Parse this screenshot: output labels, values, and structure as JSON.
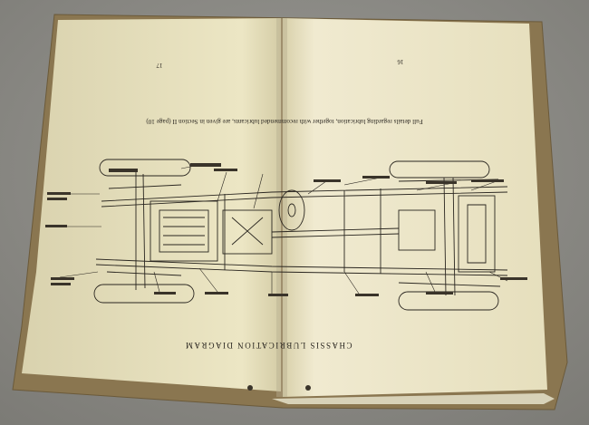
{
  "book": {
    "left_page_number": "17",
    "right_page_number": "16",
    "note": "Full details regarding lubrication, together with recommended lubricants, are given in Section II (page 10)",
    "caption": "CHASSIS LUBRICATION DIAGRAM"
  },
  "colors": {
    "table": "#8c8b86",
    "cover": "#8a7650",
    "paper": "#efe9c8",
    "ink": "#2a2620"
  }
}
